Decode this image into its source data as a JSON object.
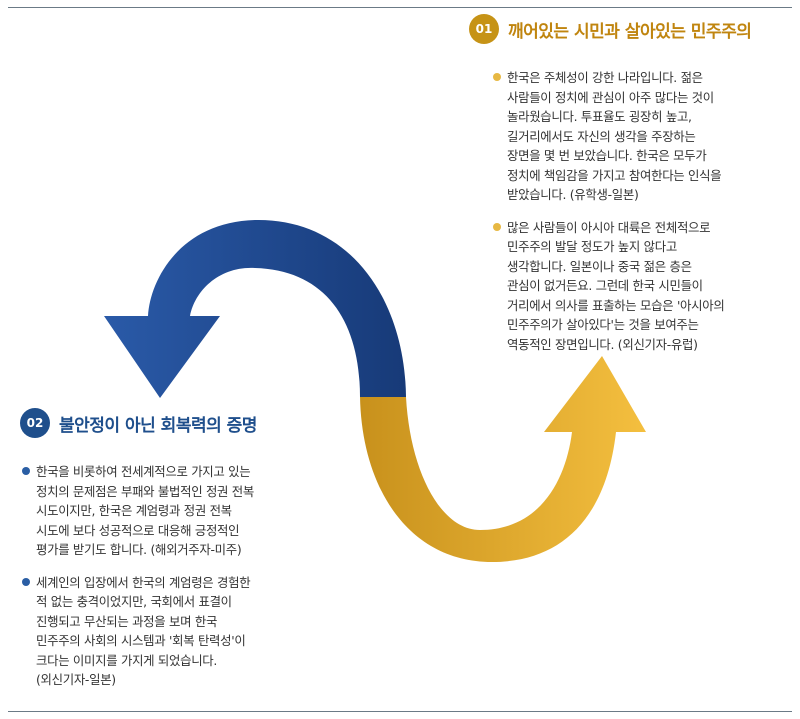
{
  "section1": {
    "number": "01",
    "title": "깨어있는 시민과 살아있는 민주주의",
    "quotes": [
      {
        "lines": [
          "한국은 주체성이 강한 나라입니다. 젊은",
          "사람들이 정치에 관심이 아주 많다는 것이",
          "놀라웠습니다. 투표율도 굉장히 높고,",
          "길거리에서도 자신의 생각을 주장하는",
          "장면을 몇 번 보았습니다. 한국은 모두가",
          "정치에 책임감을 가지고 참여한다는 인식을",
          "받았습니다. (유학생-일본)"
        ]
      },
      {
        "lines": [
          "많은 사람들이 아시아 대륙은 전체적으로",
          "민주주의 발달 정도가 높지 않다고",
          "생각합니다. 일본이나 중국 젊은 층은",
          "관심이 없거든요. 그런데 한국 시민들이",
          "거리에서 의사를 표출하는 모습은 '아시아의",
          "민주주의가 살아있다'는 것을 보여주는",
          "역동적인 장면입니다. (외신기자-유럽)"
        ]
      }
    ]
  },
  "section2": {
    "number": "02",
    "title": "불안정이 아닌 회복력의 증명",
    "quotes": [
      {
        "lines": [
          "한국을 비롯하여 전세계적으로 가지고 있는",
          "정치의 문제점은 부패와 불법적인 정권 전복",
          "시도이지만, 한국은 계엄령과 정권 전복",
          "시도에 보다 성공적으로 대응해 긍정적인",
          "평가를 받기도 합니다. (해외거주자-미주)"
        ]
      },
      {
        "lines": [
          "세계인의 입장에서 한국의 계엄령은 경험한",
          "적 없는 충격이었지만, 국회에서 표결이",
          "진행되고 무산되는 과정을 보며 한국",
          "민주주의 사회의 시스템과 '회복 탄력성'이",
          "크다는 이미지를 가지게 되었습니다.",
          "(외신기자-일본)"
        ]
      }
    ]
  },
  "colors": {
    "navy": "#1f4f8c",
    "gold": "#c69316",
    "arrow_gold": "#f2b83a",
    "arrow_navy": "#1a4386"
  },
  "decor": [
    "curved-navy-arrow-icon",
    "curved-gold-arrow-icon"
  ]
}
